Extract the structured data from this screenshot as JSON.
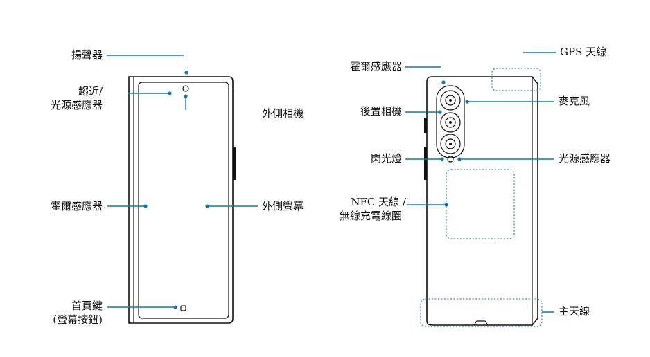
{
  "labels": {
    "speaker": "揚聲器",
    "proximity_light_1": "趨近/",
    "proximity_light_2": "光源感應器",
    "front_camera": "外側相機",
    "hall_sensor_front": "霍爾感應器",
    "cover_screen": "外側螢幕",
    "home_key_1": "首頁鍵",
    "home_key_2": "(螢幕按鈕)",
    "hall_sensor_back": "霍爾感應器",
    "rear_camera": "後置相機",
    "flash": "閃光燈",
    "nfc_1": "NFC 天線 /",
    "nfc_2": "無線充電線圈",
    "gps_antenna": "GPS 天線",
    "microphone": "麥克風",
    "light_sensor": "光源感應器",
    "main_antenna": "主天線"
  },
  "colors": {
    "leader": "#0a78b8",
    "outline": "#111111",
    "dashed_area": "#2a8cc8"
  }
}
